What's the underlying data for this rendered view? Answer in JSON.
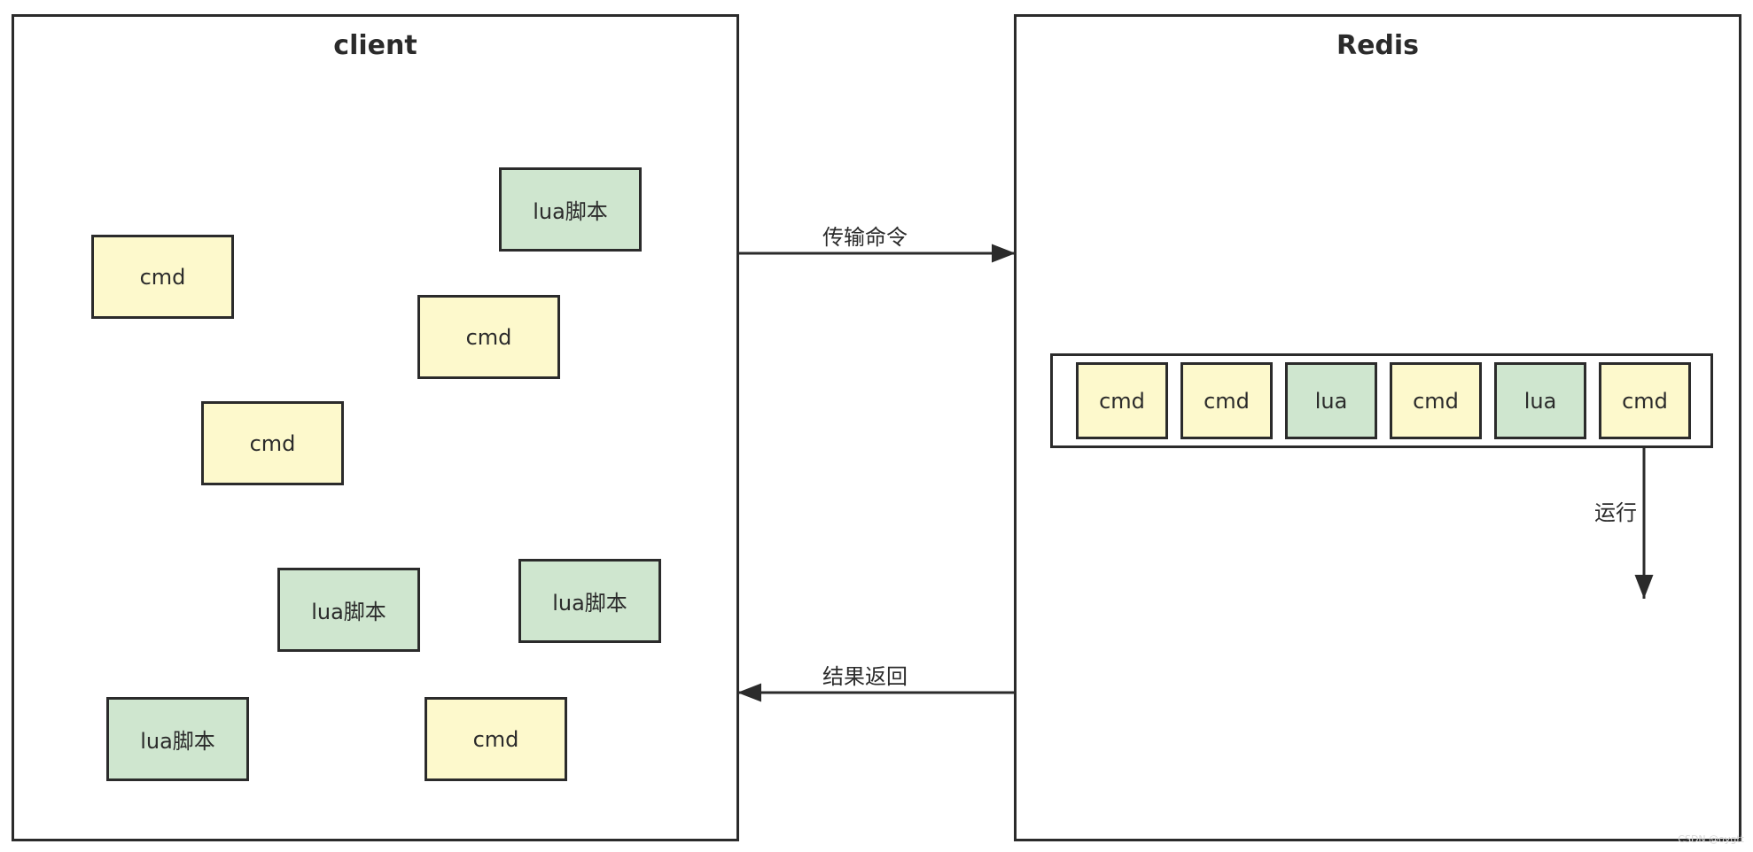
{
  "client_panel": {
    "title": "client",
    "items": [
      {
        "label": "lua脚本",
        "kind": "lua"
      },
      {
        "label": "cmd",
        "kind": "cmd"
      },
      {
        "label": "cmd",
        "kind": "cmd"
      },
      {
        "label": "cmd",
        "kind": "cmd"
      },
      {
        "label": "lua脚本",
        "kind": "lua"
      },
      {
        "label": "lua脚本",
        "kind": "lua"
      },
      {
        "label": "lua脚本",
        "kind": "lua"
      },
      {
        "label": "cmd",
        "kind": "cmd"
      }
    ]
  },
  "redis_panel": {
    "title": "Redis",
    "queue": [
      {
        "label": "cmd",
        "kind": "cmd"
      },
      {
        "label": "cmd",
        "kind": "cmd"
      },
      {
        "label": "lua",
        "kind": "lua"
      },
      {
        "label": "cmd",
        "kind": "cmd"
      },
      {
        "label": "lua",
        "kind": "lua"
      },
      {
        "label": "cmd",
        "kind": "cmd"
      }
    ],
    "run_label": "运行"
  },
  "arrows": {
    "send_label": "传输命令",
    "return_label": "结果返回"
  },
  "colors": {
    "cmd_fill": "#fdf9cc",
    "lua_fill": "#cfe6cf",
    "stroke": "#2b2b2b"
  },
  "watermark": "CSDN @oygtt"
}
